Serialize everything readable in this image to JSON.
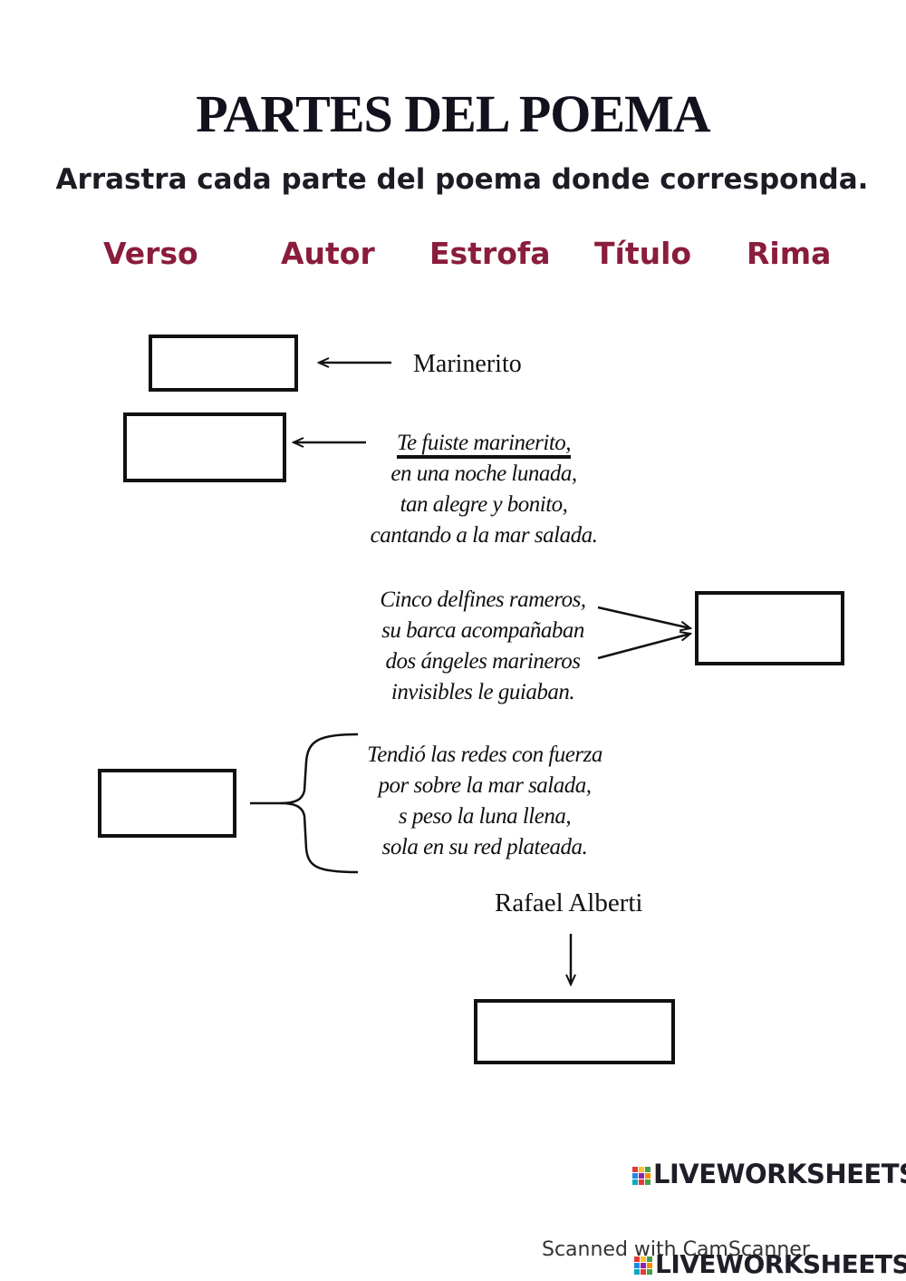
{
  "header": {
    "title": "PARTES DEL POEMA",
    "instruction": "Arrastra cada parte del poema donde corresponda."
  },
  "word_bank": [
    {
      "label": "Verso"
    },
    {
      "label": "Autor"
    },
    {
      "label": "Estrofa"
    },
    {
      "label": "Título"
    },
    {
      "label": "Rima"
    }
  ],
  "poem": {
    "title": "Marinerito",
    "stanza1": [
      "Te fuiste marinerito,",
      "en una noche lunada,",
      "tan alegre y bonito,",
      "cantando a la mar salada."
    ],
    "stanza2": [
      "Cinco delfines rameros,",
      "su barca acompañaban",
      "dos ángeles marineros",
      "invisibles le guiaban."
    ],
    "stanza3": [
      "Tendió las redes con fuerza",
      "por sobre la mar salada,",
      "s peso la luna llena,",
      "sola en su red plateada."
    ],
    "author": "Rafael Alberti"
  },
  "footer": {
    "logo_text": "LIVEWORKSHEETS",
    "scan_text": "Scanned with CamScanner",
    "logo_text_2": "LIVEWORKSHEETS"
  },
  "colors": {
    "word_bank": "#8a1c3c",
    "box_border": "#111111"
  }
}
